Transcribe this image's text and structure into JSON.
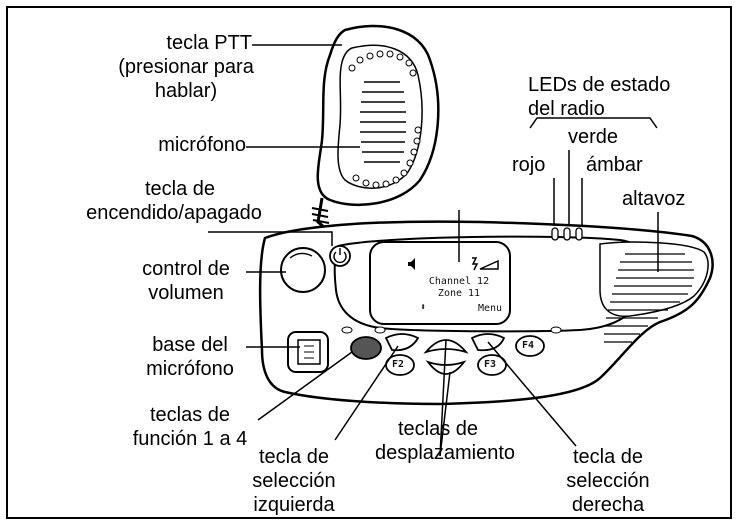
{
  "labels": {
    "ptt_line1": "tecla PTT",
    "ptt_line2": "(presionar para",
    "ptt_line3": "hablar)",
    "microphone": "micrófono",
    "power_line1": "tecla de",
    "power_line2": "encendido/apagado",
    "volume_line1": "control de",
    "volume_line2": "volumen",
    "mic_base_line1": "base del",
    "mic_base_line2": "micrófono",
    "function_keys_line1": "teclas de",
    "function_keys_line2": "función 1 a 4",
    "left_select_line1": "tecla de",
    "left_select_line2": "selección",
    "left_select_line3": "izquierda",
    "scroll_keys_line1": "teclas de",
    "scroll_keys_line2": "desplazamiento",
    "right_select_line1": "tecla de",
    "right_select_line2": "selección",
    "right_select_line3": "derecha",
    "leds_line1": "LEDs de estado",
    "leds_line2": "del radio",
    "green": "verde",
    "red": "rojo",
    "amber": "ámbar",
    "speaker": "altavoz"
  },
  "display": {
    "channel": "Channel 12",
    "zone": "Zone 11",
    "menu": "Menu",
    "arrows": "⬍"
  },
  "keys": {
    "f2": "F2",
    "f3": "F3",
    "f4": "F4"
  },
  "colors": {
    "line": "#000000",
    "radio_face": "#ffffff",
    "key_fill": "#ffffff",
    "dark_key": "#555555"
  }
}
